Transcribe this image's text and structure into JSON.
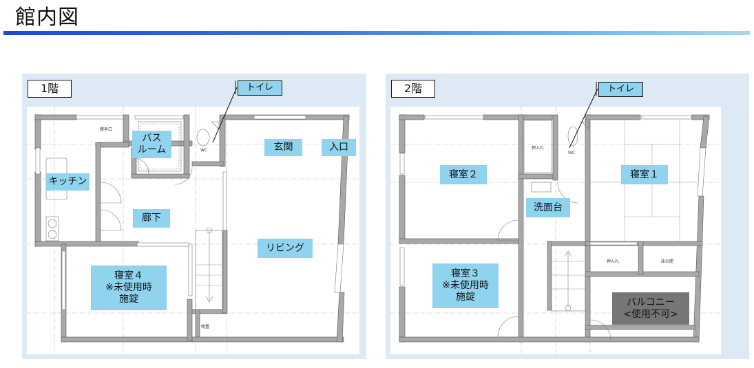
{
  "page": {
    "title": "館内図",
    "accent_gradient": [
      "#1f47d8",
      "#6fb3e6",
      "#a9d6ef"
    ],
    "label_color": "#8fd3ef",
    "panel_color": "#dde9f4",
    "unavailable_color": "#767676"
  },
  "floor1": {
    "label": "1階",
    "callout": "トイレ",
    "rooms": {
      "bath": "バス\nルーム",
      "genkan": "玄関",
      "entrance": "入口",
      "kitchen": "キッチン",
      "corridor": "廊下",
      "living": "リビング",
      "bedroom4": "寝室４\n※未使用時\n施錠"
    },
    "small_labels": {
      "back_door": "勝手口",
      "wc": "WC",
      "storage": "物置"
    }
  },
  "floor2": {
    "label": "2階",
    "callout": "トイレ",
    "rooms": {
      "bedroom2": "寝室２",
      "bedroom1": "寝室１",
      "washbasin": "洗面台",
      "bedroom3": "寝室３\n※未使用時\n施錠",
      "balcony": "バルコニー\n<使用不可>"
    },
    "small_labels": {
      "closet_left": "押入れ",
      "wc": "WC",
      "closet_right": "押入れ",
      "alcove": "床の間"
    }
  }
}
